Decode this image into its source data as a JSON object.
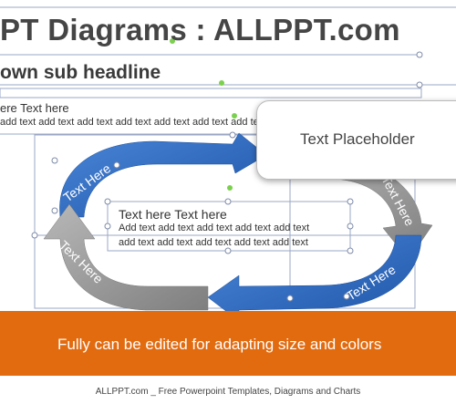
{
  "header": {
    "title": "PT Diagrams : ALLPPT.com",
    "subhead": "own sub headline",
    "text_here": "ere Text here",
    "body": "add text add text add text add text add text add text add text"
  },
  "callout": {
    "label": "Text Placeholder"
  },
  "diagram": {
    "arrow_labels": [
      "Text Here",
      "Text Here",
      "Text Here",
      "Text Here"
    ],
    "center_title": "Text here Text here",
    "center_line1": "Add text add text add text add text add text",
    "center_line2": "add text add text add text add text add text"
  },
  "banner": {
    "text": "Fully can be edited for adapting size and colors"
  },
  "footer": {
    "text": "ALLPPT.com _ Free Powerpoint Templates, Diagrams and Charts"
  },
  "colors": {
    "blue": "#2f6cc3",
    "gray": "#9a9a9a",
    "orange": "#e26b10",
    "title": "#454545"
  }
}
